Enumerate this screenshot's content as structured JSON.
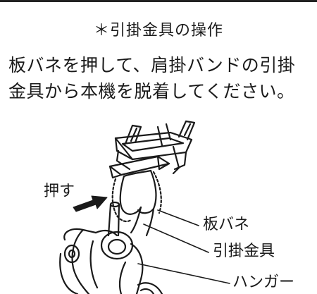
{
  "header": {
    "title": "＊引掛金具の操作"
  },
  "instruction": {
    "line1": "板バネを押して、肩掛バンドの引掛",
    "line2": "金具から本機を脱着してください。"
  },
  "figure": {
    "labels": {
      "push": "押す",
      "leaf_spring": "板バネ",
      "hook_fitting": "引掛金具",
      "hanger": "ハンガー"
    },
    "icons": [
      "push-arrow-icon"
    ]
  }
}
